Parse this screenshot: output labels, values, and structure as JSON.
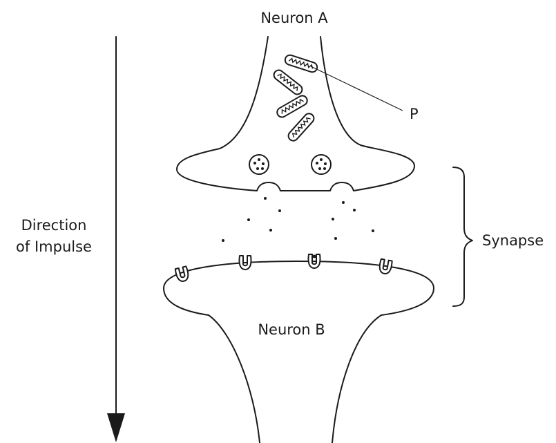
{
  "labels": {
    "neuron_a": "Neuron A",
    "neuron_b": "Neuron B",
    "p": "P",
    "synapse": "Synapse",
    "direction_line1": "Direction",
    "direction_line2": "of Impulse"
  }
}
